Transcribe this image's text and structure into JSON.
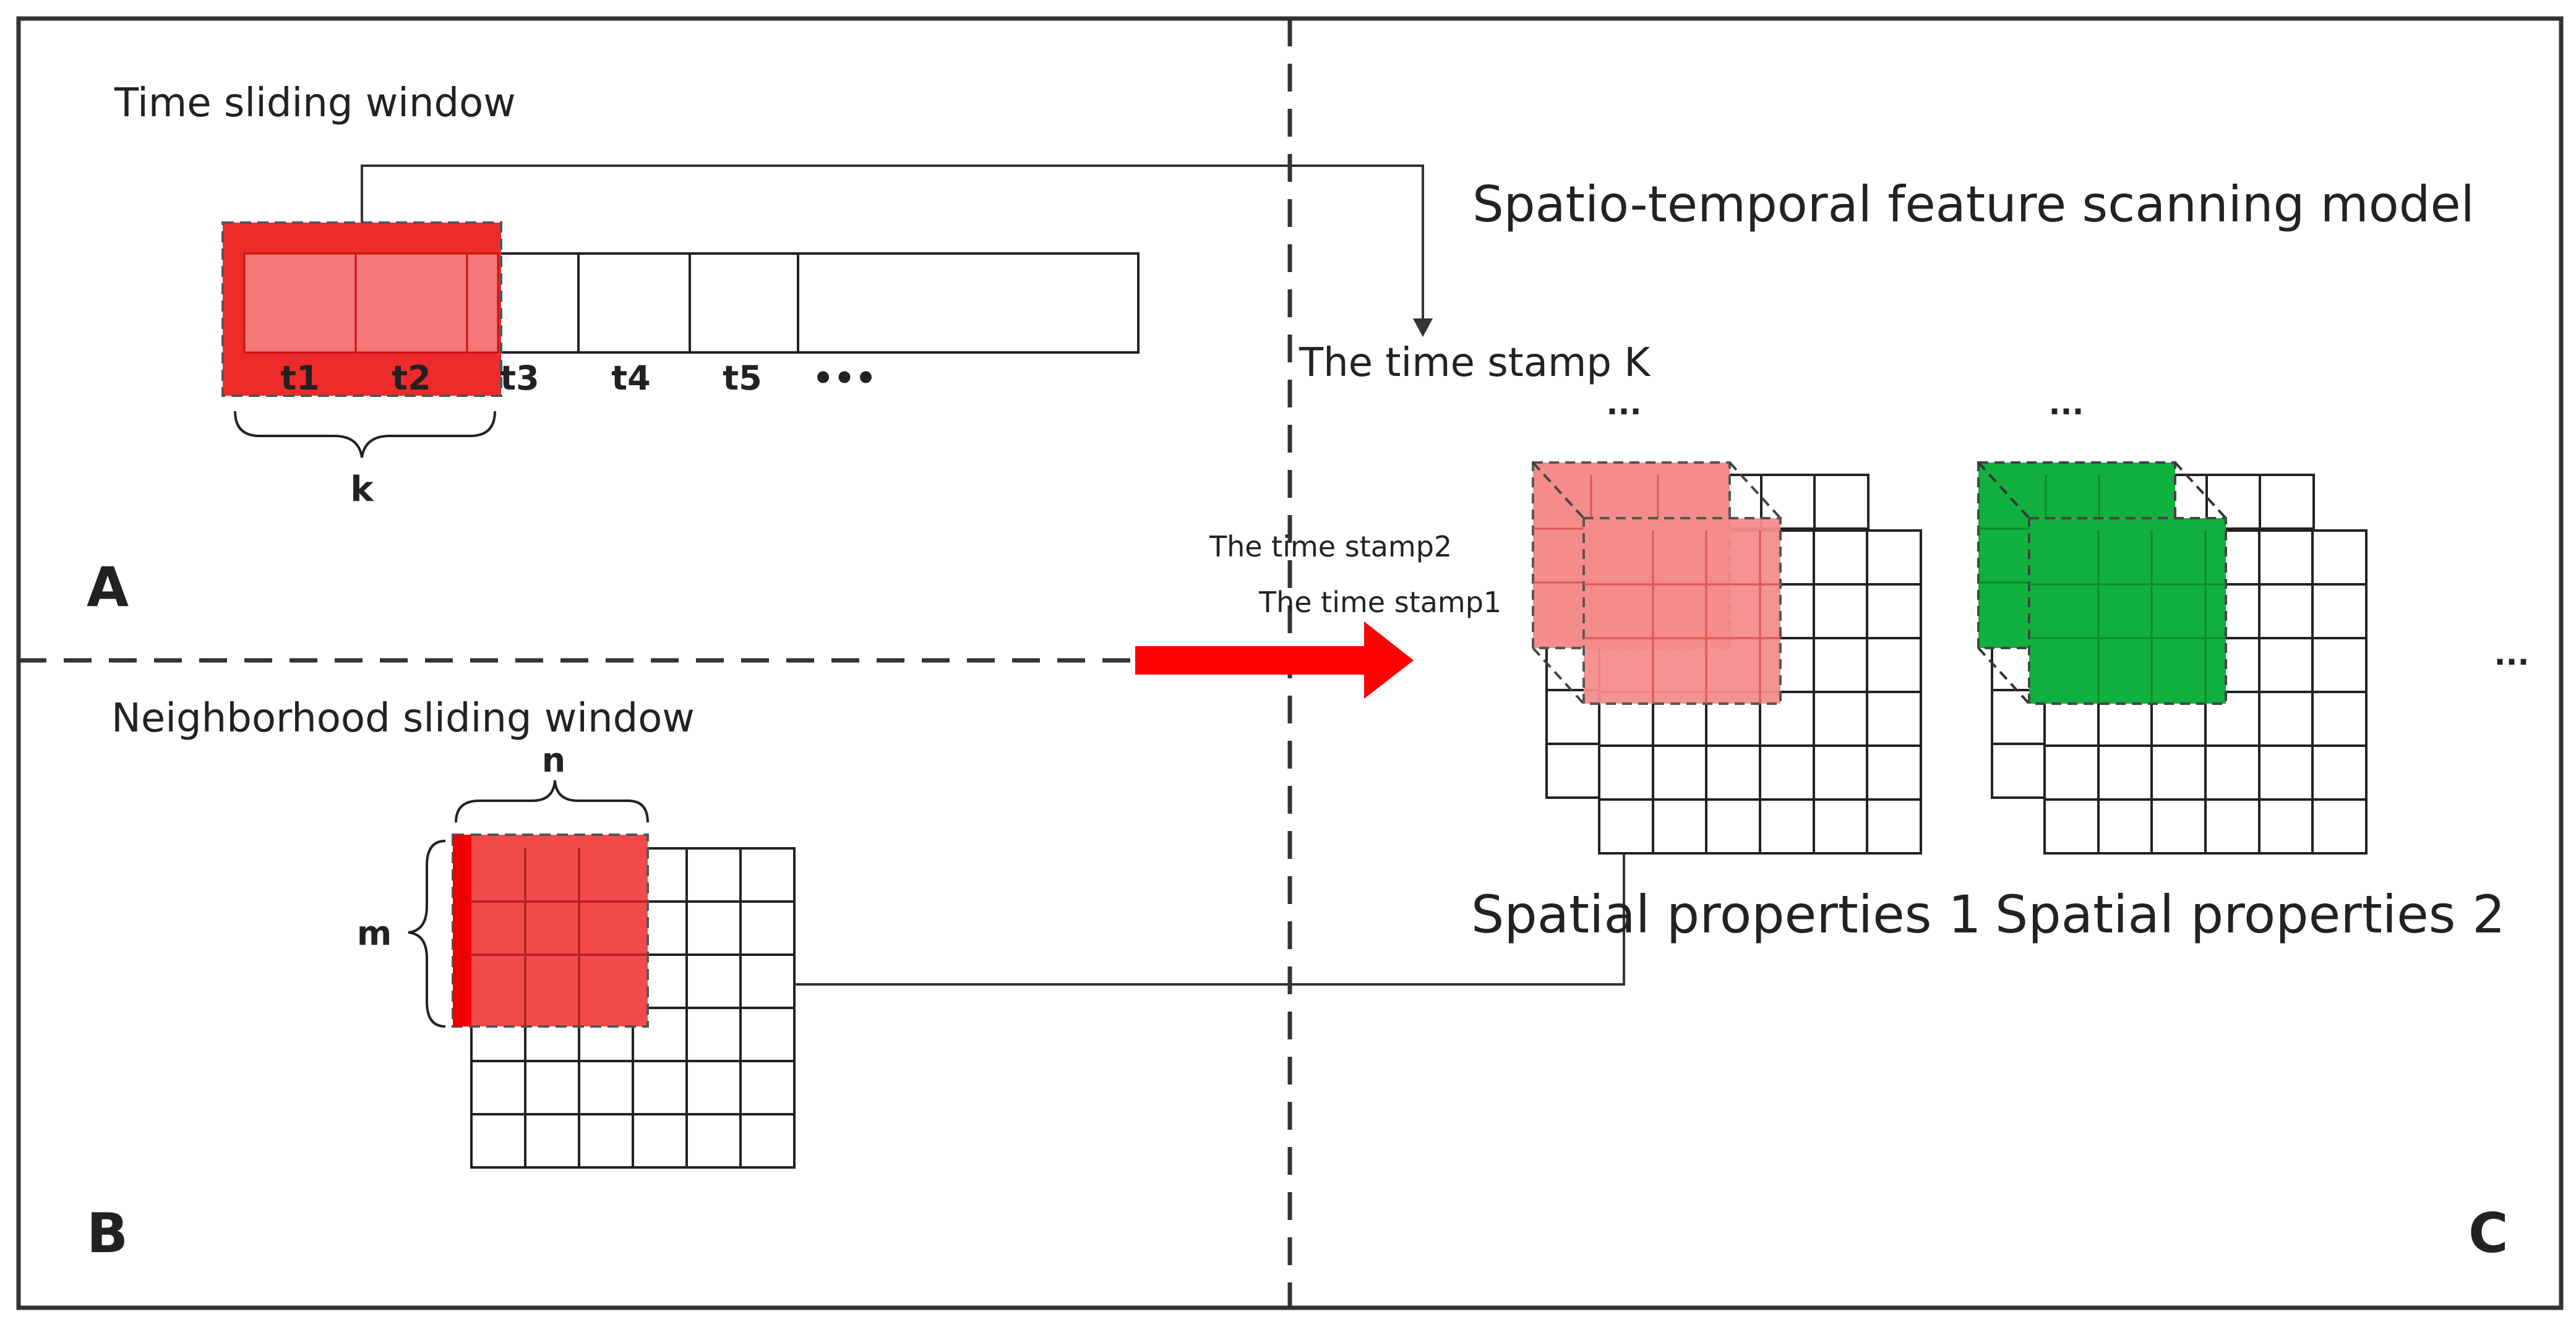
{
  "panel_a": {
    "title": "Time sliding window",
    "label": "A",
    "time_labels": [
      "t1",
      "t2",
      "t3",
      "t4",
      "t5",
      "•••"
    ],
    "window_label": "k"
  },
  "panel_b": {
    "title": "Neighborhood sliding window",
    "label": "B",
    "row_label": "m",
    "col_label": "n"
  },
  "panel_c": {
    "title": "Spatio-temporal feature scanning model",
    "label": "C",
    "timestamp_k": "The time stamp K",
    "timestamp_2": "The time stamp2",
    "timestamp_1": "The time stamp1",
    "ellipsis_top_1": "...",
    "ellipsis_top_2": "...",
    "ellipsis_right": "...",
    "spatial_1": "Spatial properties 1",
    "spatial_2": "Spatial properties 2"
  },
  "colors": {
    "red_window": "#ee2b2b",
    "red_light": "#f48c8c",
    "green_window": "#12b03e",
    "arrow_red": "#ff0000",
    "line": "#222222"
  }
}
